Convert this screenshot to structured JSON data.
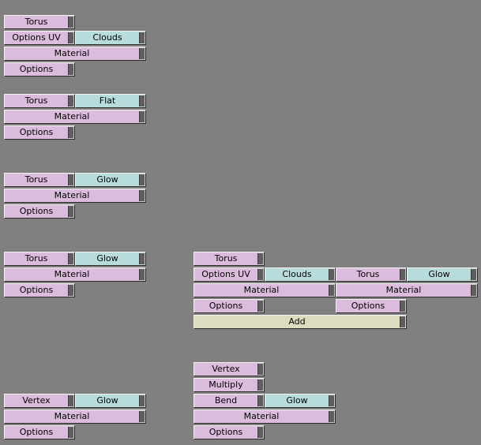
{
  "blocks": {
    "b1": {
      "torus": "Torus",
      "options_uv": "Options UV",
      "texture": "Clouds",
      "material": "Material",
      "options": "Options"
    },
    "b2": {
      "torus": "Torus",
      "texture": "Flat",
      "material": "Material",
      "options": "Options"
    },
    "b3": {
      "torus": "Torus",
      "texture": "Glow",
      "material": "Material",
      "options": "Options"
    },
    "b4": {
      "torus": "Torus",
      "texture": "Glow",
      "material": "Material",
      "options": "Options"
    },
    "b5": {
      "vertex": "Vertex",
      "texture": "Glow",
      "material": "Material",
      "options": "Options"
    },
    "b6": {
      "torus": "Torus",
      "options_uv": "Options UV",
      "texture": "Clouds",
      "material": "Material",
      "options": "Options",
      "torus2": "Torus",
      "texture2": "Glow",
      "material2": "Material",
      "options2": "Options",
      "add": "Add"
    },
    "b7": {
      "vertex": "Vertex",
      "multiply": "Multiply",
      "bend": "Bend",
      "texture": "Glow",
      "material": "Material",
      "options": "Options"
    }
  },
  "colors": {
    "background": "#808080",
    "node_pink": "#dcbcdc",
    "node_cyan": "#b8dcdc",
    "node_beige": "#dcdcc0"
  }
}
